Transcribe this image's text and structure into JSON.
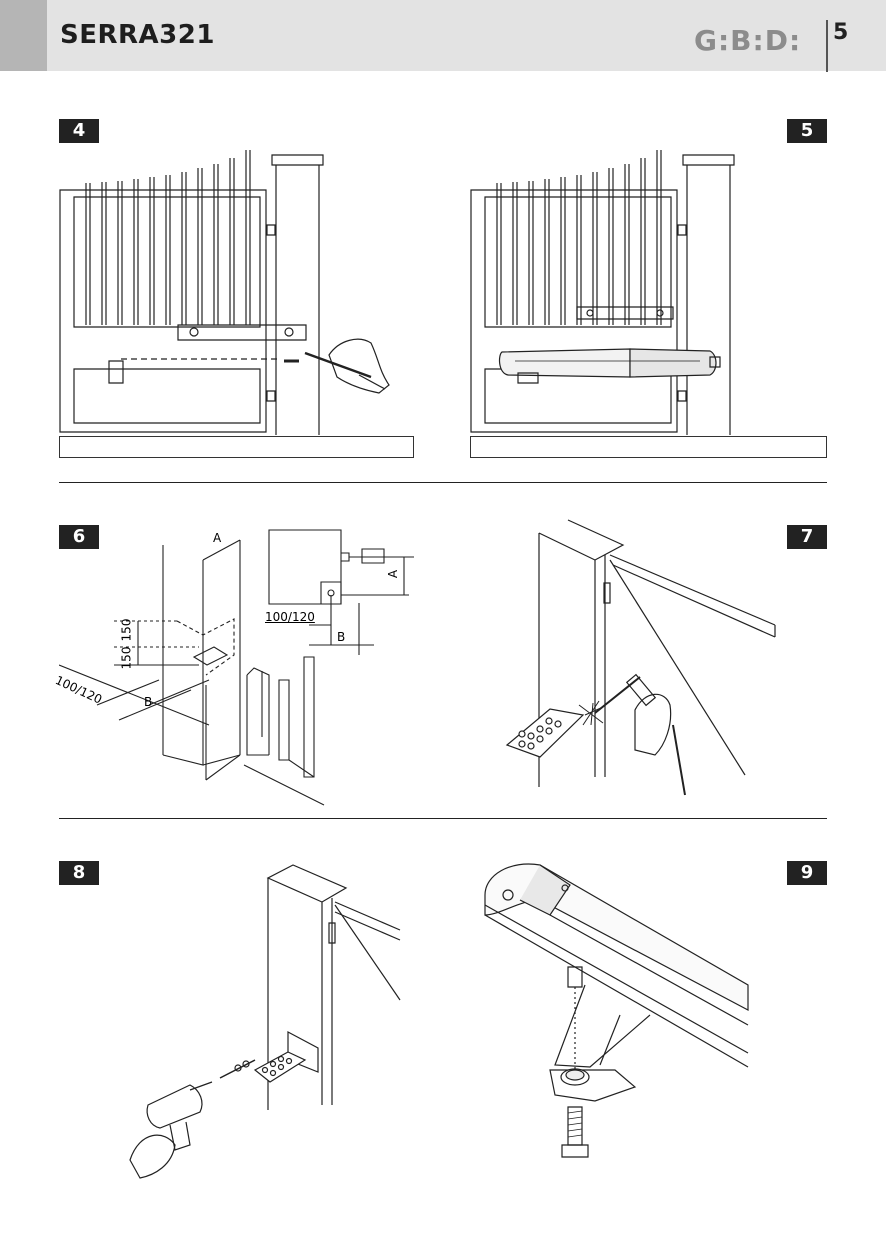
{
  "header": {
    "title": "SERRA321",
    "logo": "G:B:D:",
    "page_number": "5"
  },
  "steps": {
    "s4": "4",
    "s5": "5",
    "s6": "6",
    "s7": "7",
    "s8": "8",
    "s9": "9"
  },
  "fig6_labels": {
    "a_top": "A",
    "a_side": "A",
    "b_top": "B",
    "b_bottom": "B",
    "dim_100_120_top": "100/120",
    "dim_100_120_side": "100/120",
    "dim_150_upper": "150",
    "dim_150_lower": "150"
  }
}
